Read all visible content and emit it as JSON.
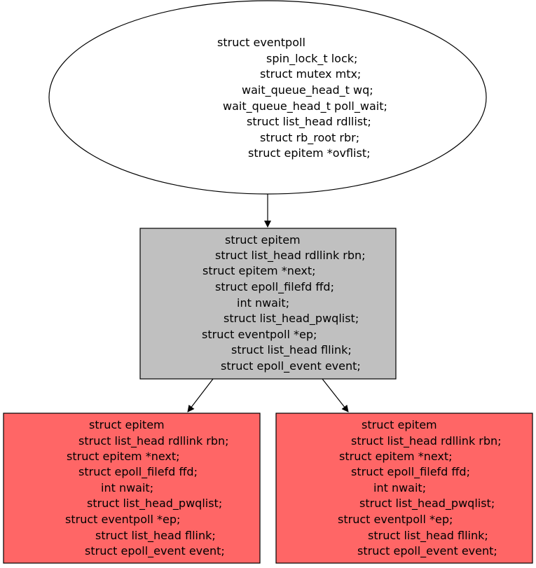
{
  "colors": {
    "background": "#ffffff",
    "stroke": "#000000",
    "eventpoll_fill": "#ffffff",
    "epitem_fill": "#c0c0c0",
    "child_fill": "#ff6666"
  },
  "nodes": {
    "eventpoll": {
      "shape": "ellipse",
      "lines": [
        "struct eventpoll",
        "spin_lock_t lock;",
        "struct mutex mtx;",
        "wait_queue_head_t wq;",
        "wait_queue_head_t poll_wait;",
        "struct list_head rdllist;",
        "struct rb_root rbr;",
        "struct epitem *ovflist;"
      ]
    },
    "epitem": {
      "shape": "box",
      "lines": [
        "struct epitem",
        "struct list_head rdllink rbn;",
        "struct epitem *next;",
        "struct epoll_filefd ffd;",
        "int nwait;",
        "struct list_head_pwqlist;",
        "struct eventpoll *ep;",
        "struct list_head fllink;",
        "struct epoll_event event;"
      ]
    },
    "epitem_left": {
      "shape": "box",
      "lines": [
        "struct epitem",
        "struct list_head rdllink rbn;",
        "struct epitem *next;",
        "struct epoll_filefd ffd;",
        "int nwait;",
        "struct list_head_pwqlist;",
        "struct eventpoll *ep;",
        "struct list_head fllink;",
        "struct epoll_event event;"
      ]
    },
    "epitem_right": {
      "shape": "box",
      "lines": [
        "struct epitem",
        "struct list_head rdllink rbn;",
        "struct epitem *next;",
        "struct epoll_filefd ffd;",
        "int nwait;",
        "struct list_head_pwqlist;",
        "struct eventpoll *ep;",
        "struct list_head fllink;",
        "struct epoll_event event;"
      ]
    }
  },
  "edges": [
    {
      "from": "eventpoll",
      "to": "epitem"
    },
    {
      "from": "epitem",
      "to": "epitem_left"
    },
    {
      "from": "epitem",
      "to": "epitem_right"
    }
  ]
}
